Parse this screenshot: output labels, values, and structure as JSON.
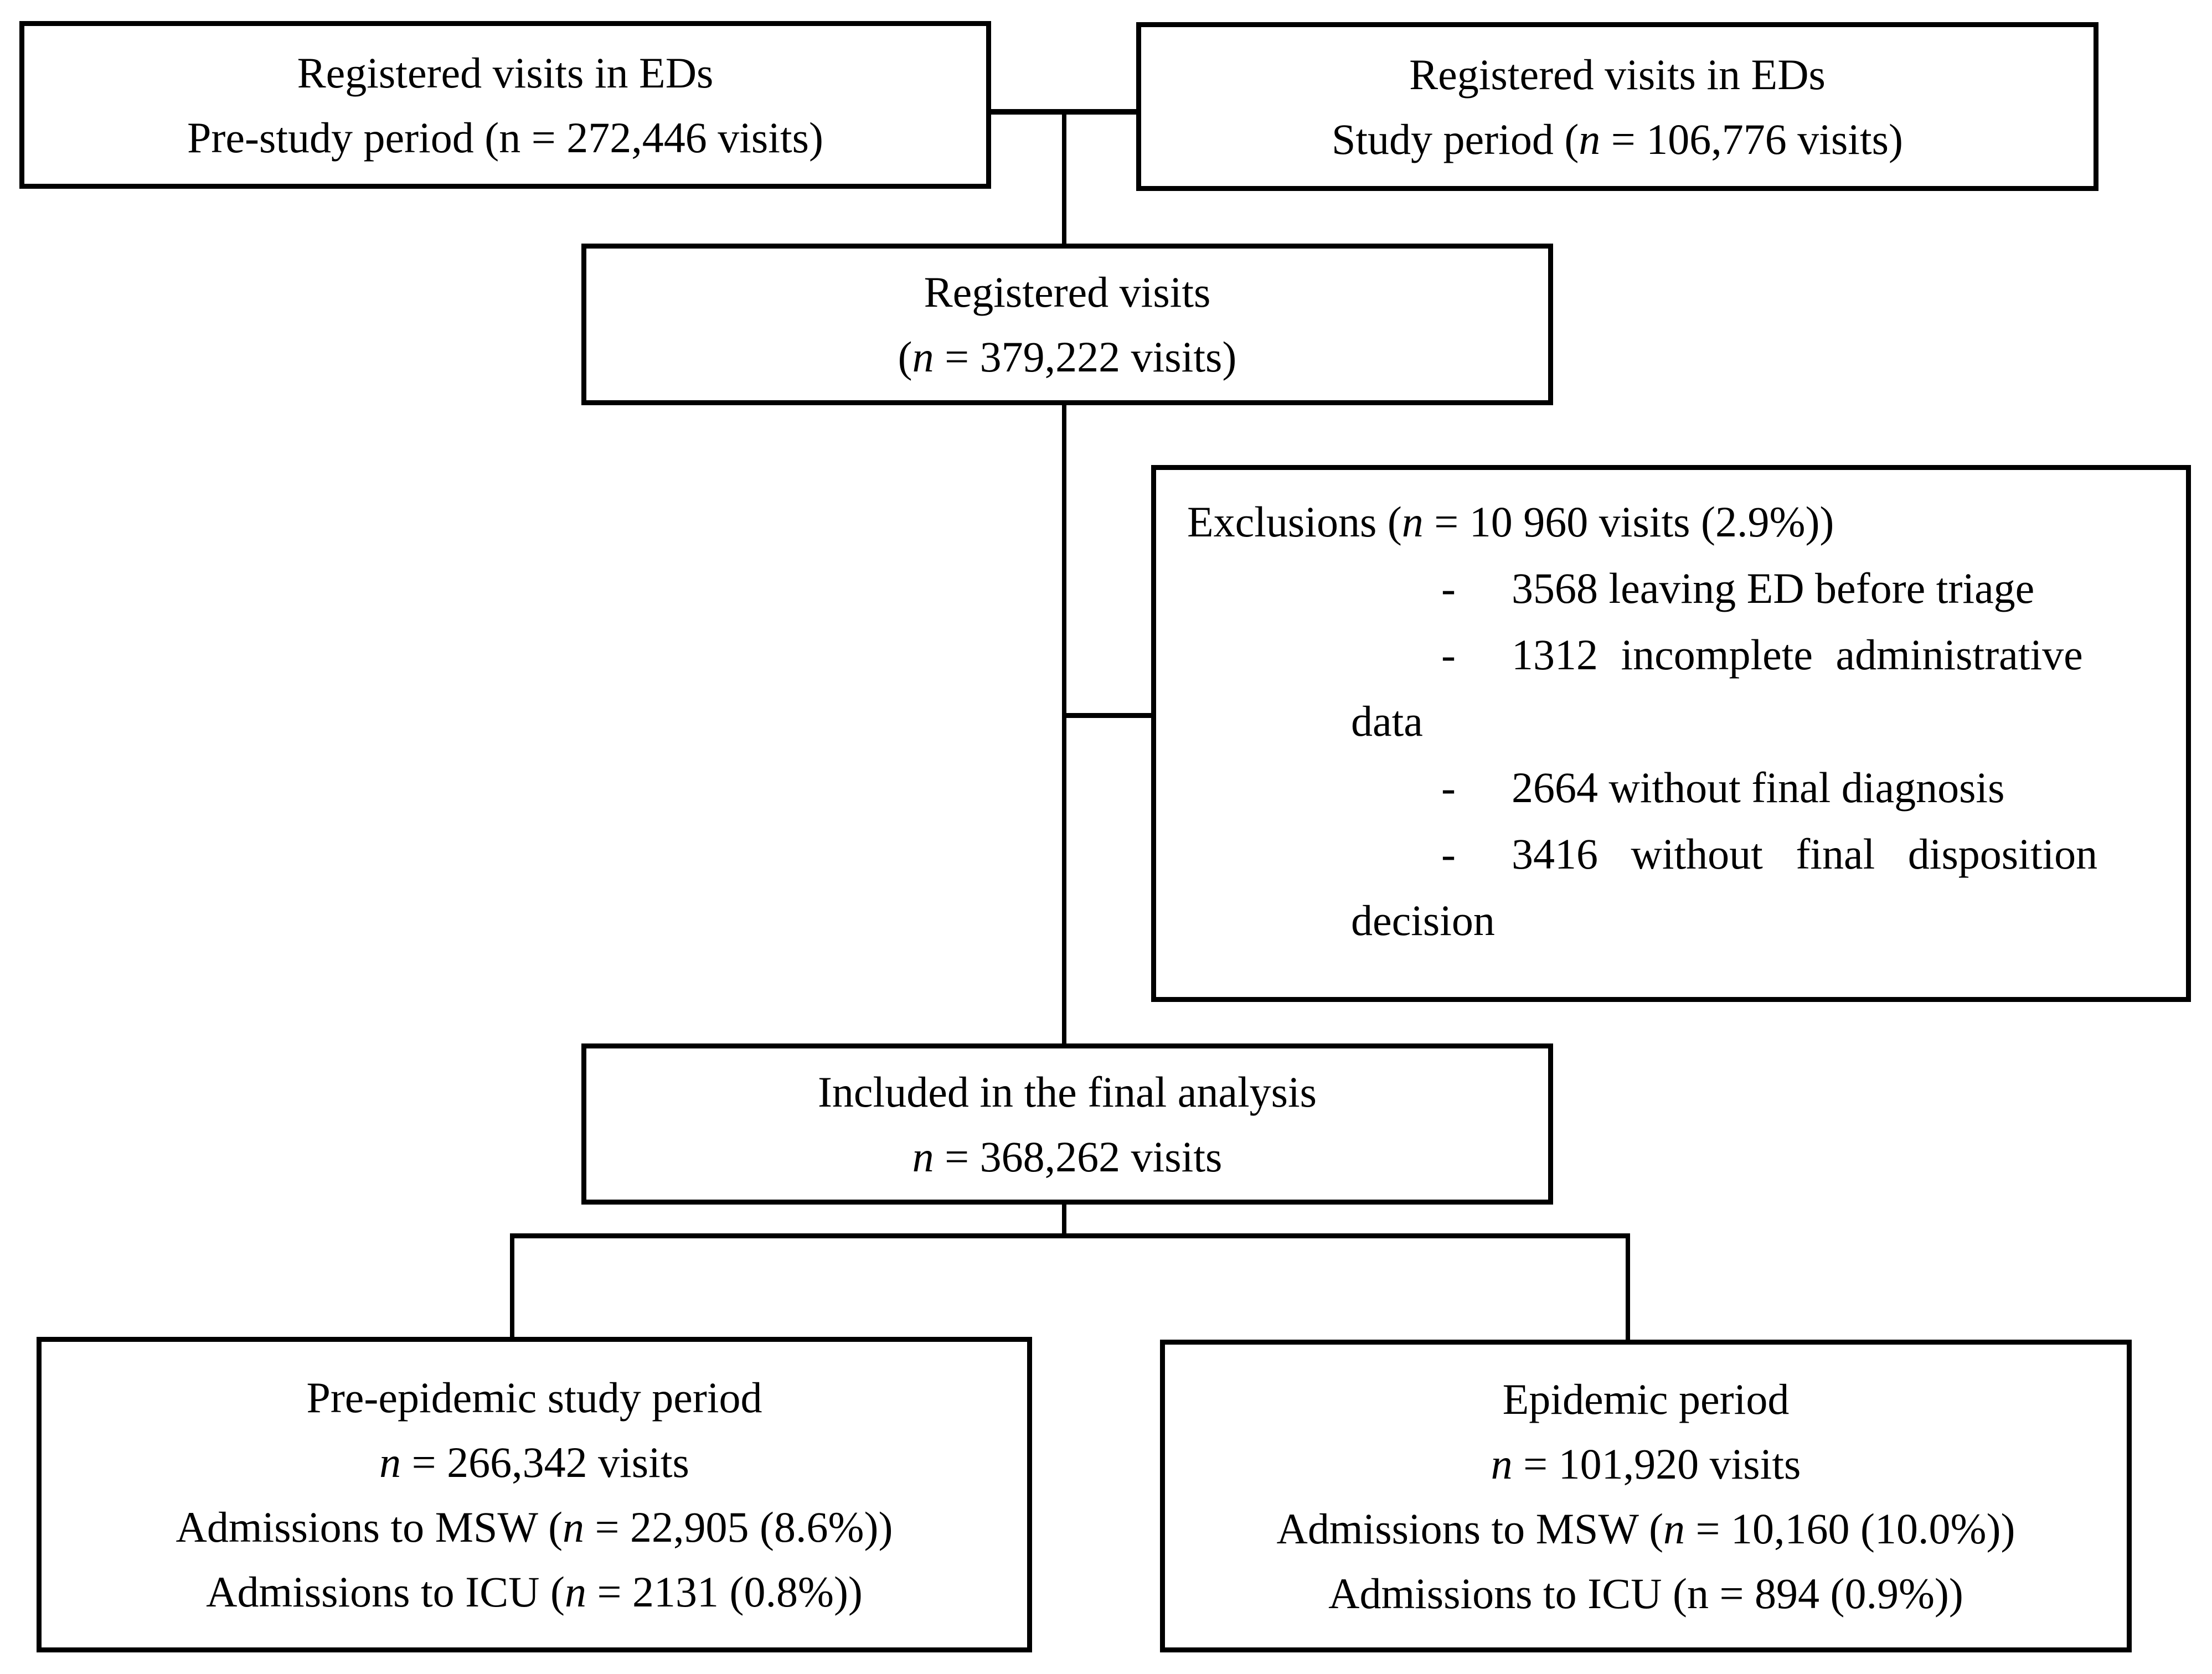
{
  "colors": {
    "ink": "#000000",
    "paper": "#ffffff"
  },
  "boxes": {
    "top_left": {
      "lines": [
        [
          {
            "t": "Registered visits in EDs"
          }
        ],
        [
          {
            "t": "Pre-study period (n = 272,446 visits)"
          }
        ]
      ]
    },
    "top_right": {
      "lines": [
        [
          {
            "t": "Registered visits in EDs"
          }
        ],
        [
          {
            "t": "Study period ("
          },
          {
            "t": "n",
            "i": true
          },
          {
            "t": " = 106,776 visits)"
          }
        ]
      ]
    },
    "registered": {
      "lines": [
        [
          {
            "t": "Registered visits"
          }
        ],
        [
          {
            "t": "("
          },
          {
            "t": "n",
            "i": true
          },
          {
            "t": " = 379,222 visits)"
          }
        ]
      ]
    },
    "exclusions": {
      "rows": [
        {
          "kind": "header",
          "segments": [
            {
              "t": "Exclusions ("
            },
            {
              "t": "n",
              "i": true
            },
            {
              "t": " = 10 960 visits (2.9%))"
            }
          ]
        },
        {
          "kind": "item",
          "bullet": "-",
          "segments": [
            {
              "t": "3568 leaving ED before triage"
            }
          ]
        },
        {
          "kind": "item",
          "bullet": "-",
          "justify_sm": true,
          "segments": [
            {
              "t": "1312 incomplete administrative"
            }
          ]
        },
        {
          "kind": "cont",
          "segments": [
            {
              "t": "data"
            }
          ]
        },
        {
          "kind": "item",
          "bullet": "-",
          "segments": [
            {
              "t": "2664 without final diagnosis"
            }
          ]
        },
        {
          "kind": "item",
          "bullet": "-",
          "justify": true,
          "segments": [
            {
              "t": "3416 without final disposition"
            }
          ]
        },
        {
          "kind": "cont",
          "segments": [
            {
              "t": "decision"
            }
          ]
        }
      ]
    },
    "included": {
      "lines": [
        [
          {
            "t": "Included in the final analysis"
          }
        ],
        [
          {
            "t": "n",
            "i": true
          },
          {
            "t": " = 368,262 visits"
          }
        ]
      ]
    },
    "pre_epidemic": {
      "lines": [
        [
          {
            "t": "Pre-epidemic study period"
          }
        ],
        [
          {
            "t": "n",
            "i": true
          },
          {
            "t": " = 266,342 visits"
          }
        ],
        [
          {
            "t": "Admissions to MSW ("
          },
          {
            "t": "n",
            "i": true
          },
          {
            "t": " = 22,905 (8.6%))"
          }
        ],
        [
          {
            "t": "Admissions to ICU ("
          },
          {
            "t": "n",
            "i": true
          },
          {
            "t": " = 2131 (0.8%))"
          }
        ]
      ]
    },
    "epidemic": {
      "lines": [
        [
          {
            "t": "Epidemic period"
          }
        ],
        [
          {
            "t": "n",
            "i": true
          },
          {
            "t": " = 101,920 visits"
          }
        ],
        [
          {
            "t": "Admissions to MSW ("
          },
          {
            "t": "n",
            "i": true
          },
          {
            "t": " = 10,160 (10.0%))"
          }
        ],
        [
          {
            "t": "Admissions to ICU (n = 894 (0.9%))"
          }
        ]
      ]
    }
  }
}
